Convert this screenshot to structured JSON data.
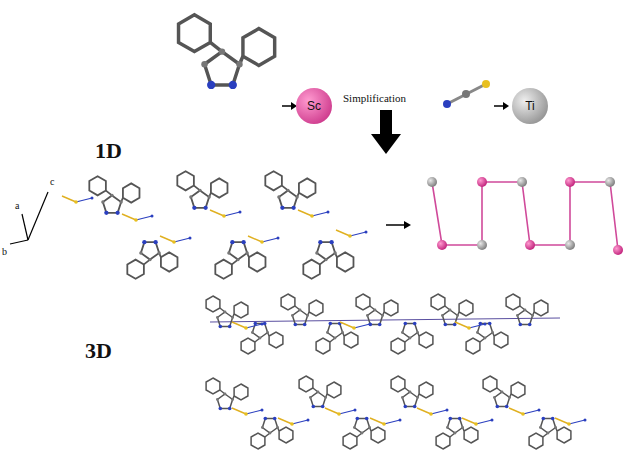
{
  "diagram": {
    "nodes": [
      {
        "text": [
          "Sc"
        ]
      },
      {
        "text": [
          "Ti"
        ]
      }
    ],
    "labels": [
      "Simplification",
      "1D",
      "a",
      "b",
      "c",
      "3D"
    ]
  }
}
